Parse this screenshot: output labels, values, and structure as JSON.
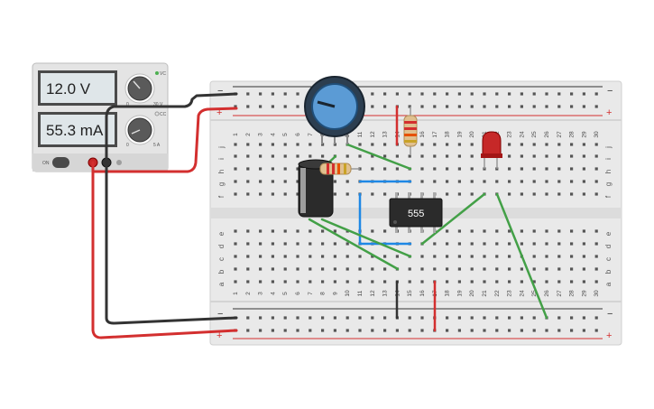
{
  "power_supply": {
    "voltage_display": "12.0 V",
    "current_display": "55.3 mA",
    "cv_label": "VC",
    "cc_label": "CC",
    "knob1_min": "0",
    "knob1_max": "30 V",
    "knob2_min": "0",
    "knob2_max": "5 A",
    "on_label": "ON"
  },
  "breadboard": {
    "columns": [
      "1",
      "2",
      "3",
      "4",
      "5",
      "6",
      "7",
      "8",
      "9",
      "10",
      "11",
      "12",
      "13",
      "14",
      "15",
      "16",
      "17",
      "18",
      "19",
      "20",
      "21",
      "22",
      "23",
      "24",
      "25",
      "26",
      "27",
      "28",
      "29",
      "30"
    ],
    "rows_top": [
      "j",
      "i",
      "h",
      "g",
      "f"
    ],
    "rows_bottom": [
      "e",
      "d",
      "c",
      "b",
      "a"
    ],
    "rail_minus": "−",
    "rail_plus": "+"
  },
  "components": {
    "ic_label": "555"
  },
  "colors": {
    "wire_red": "#d32f2f",
    "wire_black": "#333333",
    "wire_green": "#43a047",
    "wire_blue": "#1e88e5",
    "rail_red": "#d32f2f",
    "rail_blue": "#333333",
    "led_red": "#c62828"
  }
}
